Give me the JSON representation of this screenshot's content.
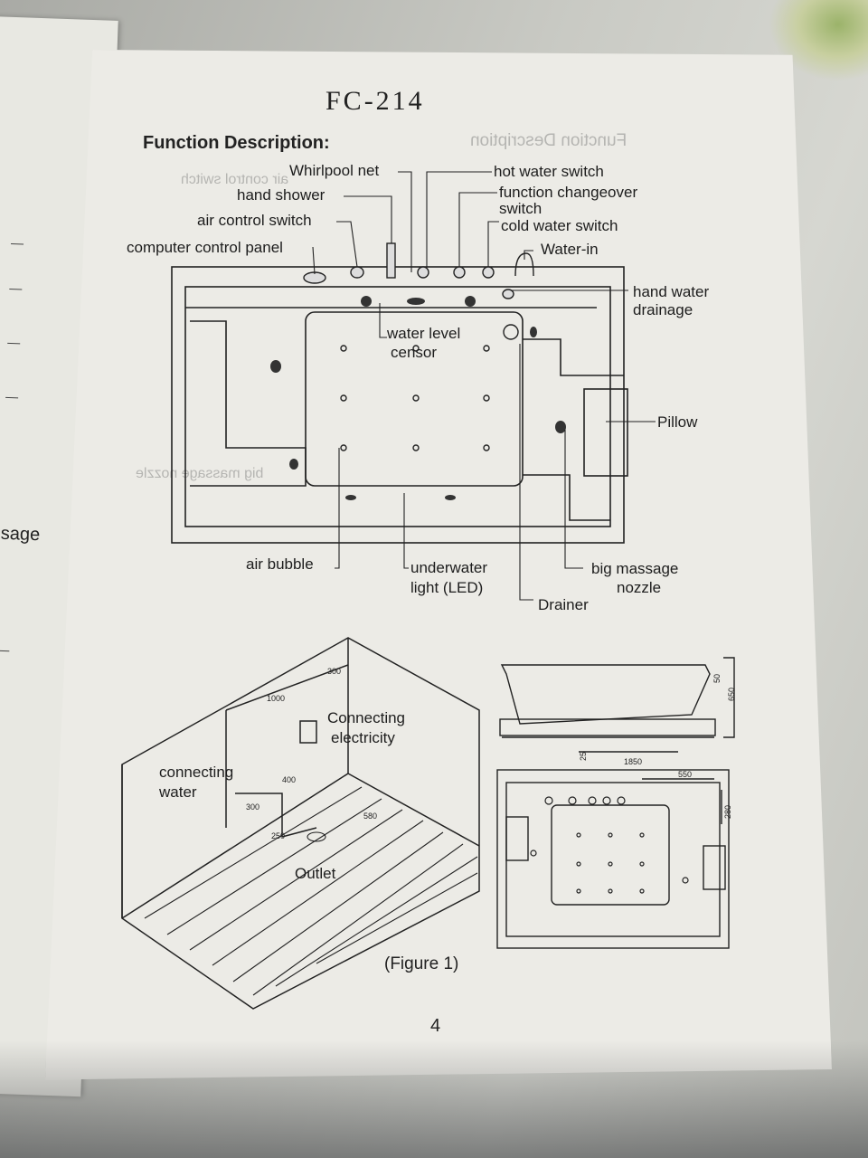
{
  "document": {
    "model": "FC-214",
    "heading": "Function Description:",
    "left_page_fragment": "sage",
    "labels": {
      "whirlpool_net": "Whirlpool net",
      "hand_shower": "hand shower",
      "air_control_switch": "air control switch",
      "computer_control_panel": "computer control panel",
      "hot_water_switch": "hot water switch",
      "function_changeover_1": "function changeover",
      "function_changeover_2": "switch",
      "cold_water_switch": "cold water switch",
      "water_in": "Water-in",
      "hand_water_drainage_1": "hand water",
      "hand_water_drainage_2": "drainage",
      "water_level_censor_1": "water level",
      "water_level_censor_2": "censor",
      "pillow": "Pillow",
      "air_bubble": "air bubble",
      "underwater_light_1": "underwater",
      "underwater_light_2": "light (LED)",
      "drainer": "Drainer",
      "big_massage_nozzle_1": "big massage",
      "big_massage_nozzle_2": "nozzle"
    },
    "install": {
      "connecting_electricity_1": "Connecting",
      "connecting_electricity_2": "electricity",
      "connecting_water_1": "connecting",
      "connecting_water_2": "water",
      "outlet": "Outlet",
      "dim_1000": "1000",
      "dim_300": "300",
      "dim_400": "400",
      "dim_300b": "300",
      "dim_250": "250",
      "dim_580": "580"
    },
    "dimensions": {
      "d1850": "1850",
      "d650": "650",
      "d50": "50",
      "d25": "25",
      "d550": "550",
      "d280": "280"
    },
    "figure_caption": "(Figure 1)",
    "page_number": "4"
  },
  "colors": {
    "paper": "#ecebe6",
    "ink": "#222222"
  }
}
